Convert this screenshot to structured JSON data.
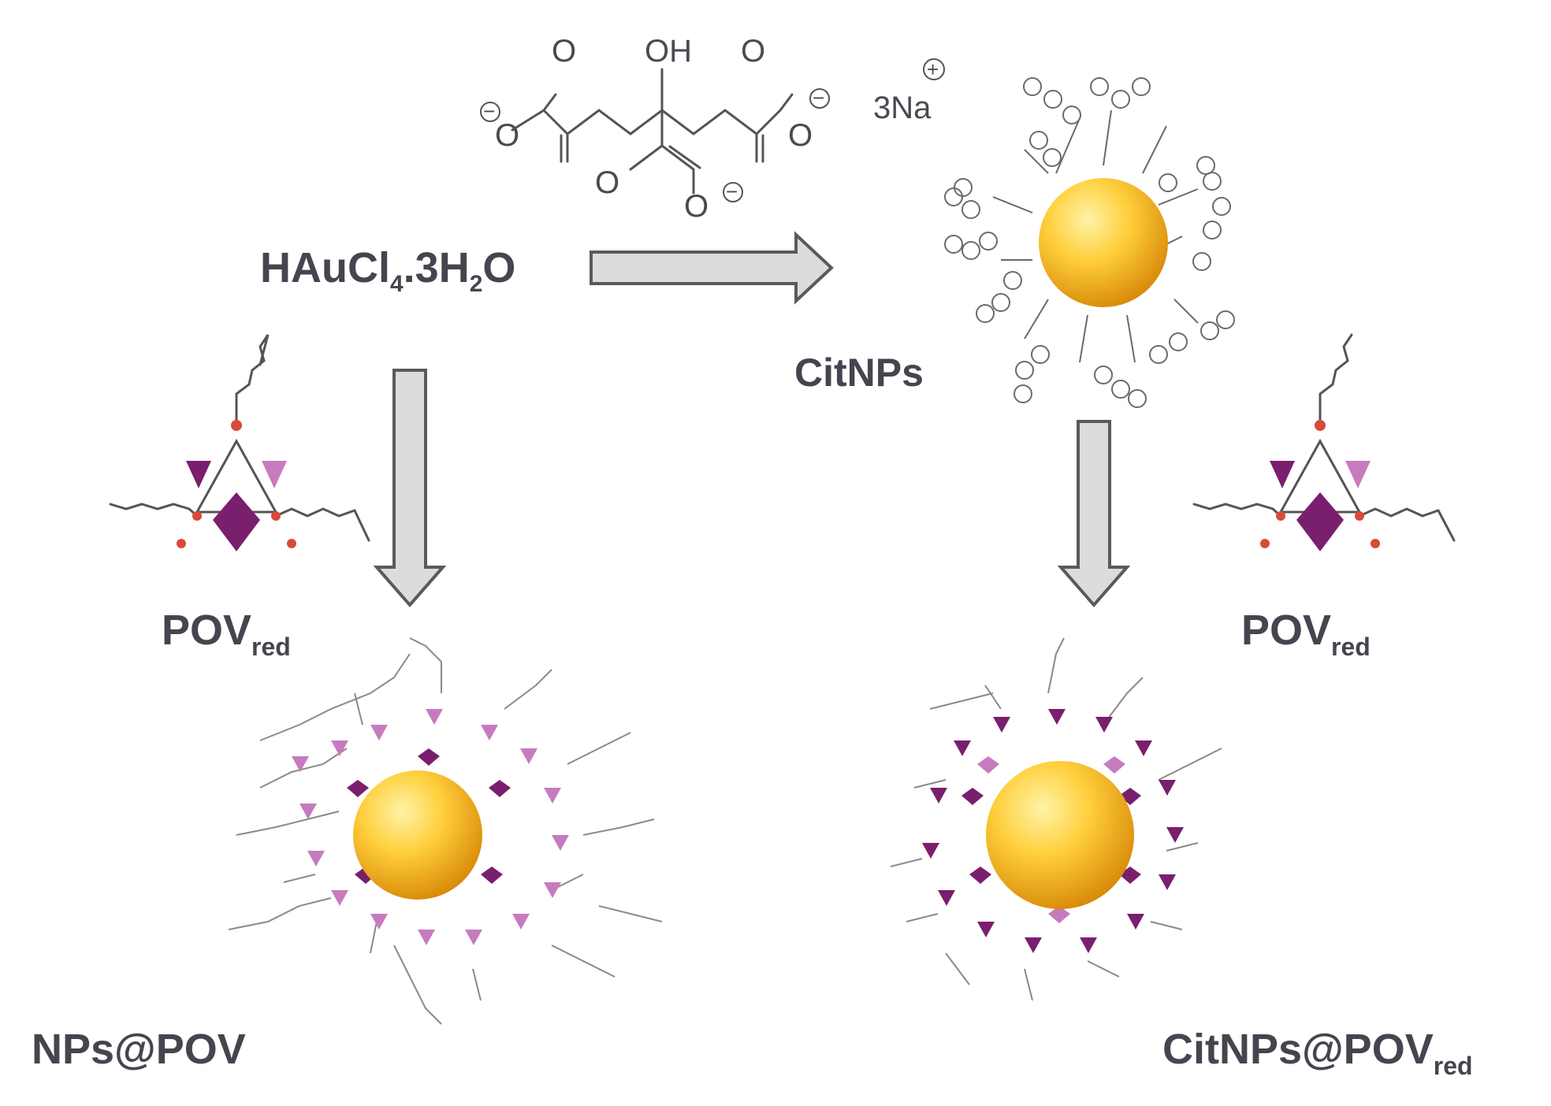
{
  "labels": {
    "precursor_main": "HAuCl",
    "precursor_sub1": "4",
    "precursor_mid": ".3H",
    "precursor_sub2": "2",
    "precursor_end": "O",
    "citnps": "CitNPs",
    "pov_main": "POV",
    "pov_sub": "red",
    "nps_pov": "NPs@POV",
    "citnps_pov_main": "CitNPs@POV",
    "citnps_pov_sub": "red"
  },
  "citrate": {
    "oh": "OH",
    "o_top_left": "O",
    "o_top_right": "O",
    "o_left": "O",
    "o_right": "O",
    "o_bottom": "O",
    "o_bottom_right": "O",
    "minus": "−",
    "counterion": "3Na",
    "plus": "+"
  },
  "colors": {
    "gold_light": "#ffe27a",
    "gold_dark": "#e09a10",
    "pov_purple": "#7a1e6e",
    "pov_pink": "#c77bbf",
    "oxygen_red": "#d84a3a",
    "arrow_fill": "#dcdcdc"
  }
}
